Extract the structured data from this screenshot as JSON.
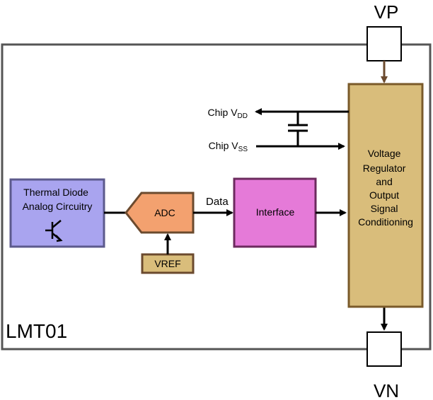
{
  "diagram": {
    "chip_label": "LMT01",
    "pins": {
      "top": "VP",
      "bottom": "VN"
    },
    "blocks": {
      "thermal": {
        "line1": "Thermal Diode",
        "line2": "Analog Circuitry",
        "icon": "bjt-transistor-icon"
      },
      "adc": {
        "label": "ADC"
      },
      "vref": {
        "label": "VREF"
      },
      "interface": {
        "label": "Interface"
      },
      "regulator": {
        "lines": [
          "Voltage",
          "Regulator",
          "and",
          "Output",
          "Signal",
          "Conditioning"
        ]
      }
    },
    "signals": {
      "data": "Data",
      "vdd_base": "Chip V",
      "vdd_sub": "DD",
      "vss_base": "Chip V",
      "vss_sub": "SS"
    },
    "colors": {
      "thermal_fill": "#a9a4ef",
      "thermal_stroke": "#5c5a8c",
      "adc_fill": "#f3a16f",
      "adc_stroke": "#6b4a2e",
      "vref_fill": "#d9bd7b",
      "interface_fill": "#e57ad8",
      "interface_stroke": "#6c2a5e",
      "regulator_fill": "#d9bd7b",
      "regulator_stroke": "#7a5a2a",
      "chip_border": "#555555"
    }
  }
}
